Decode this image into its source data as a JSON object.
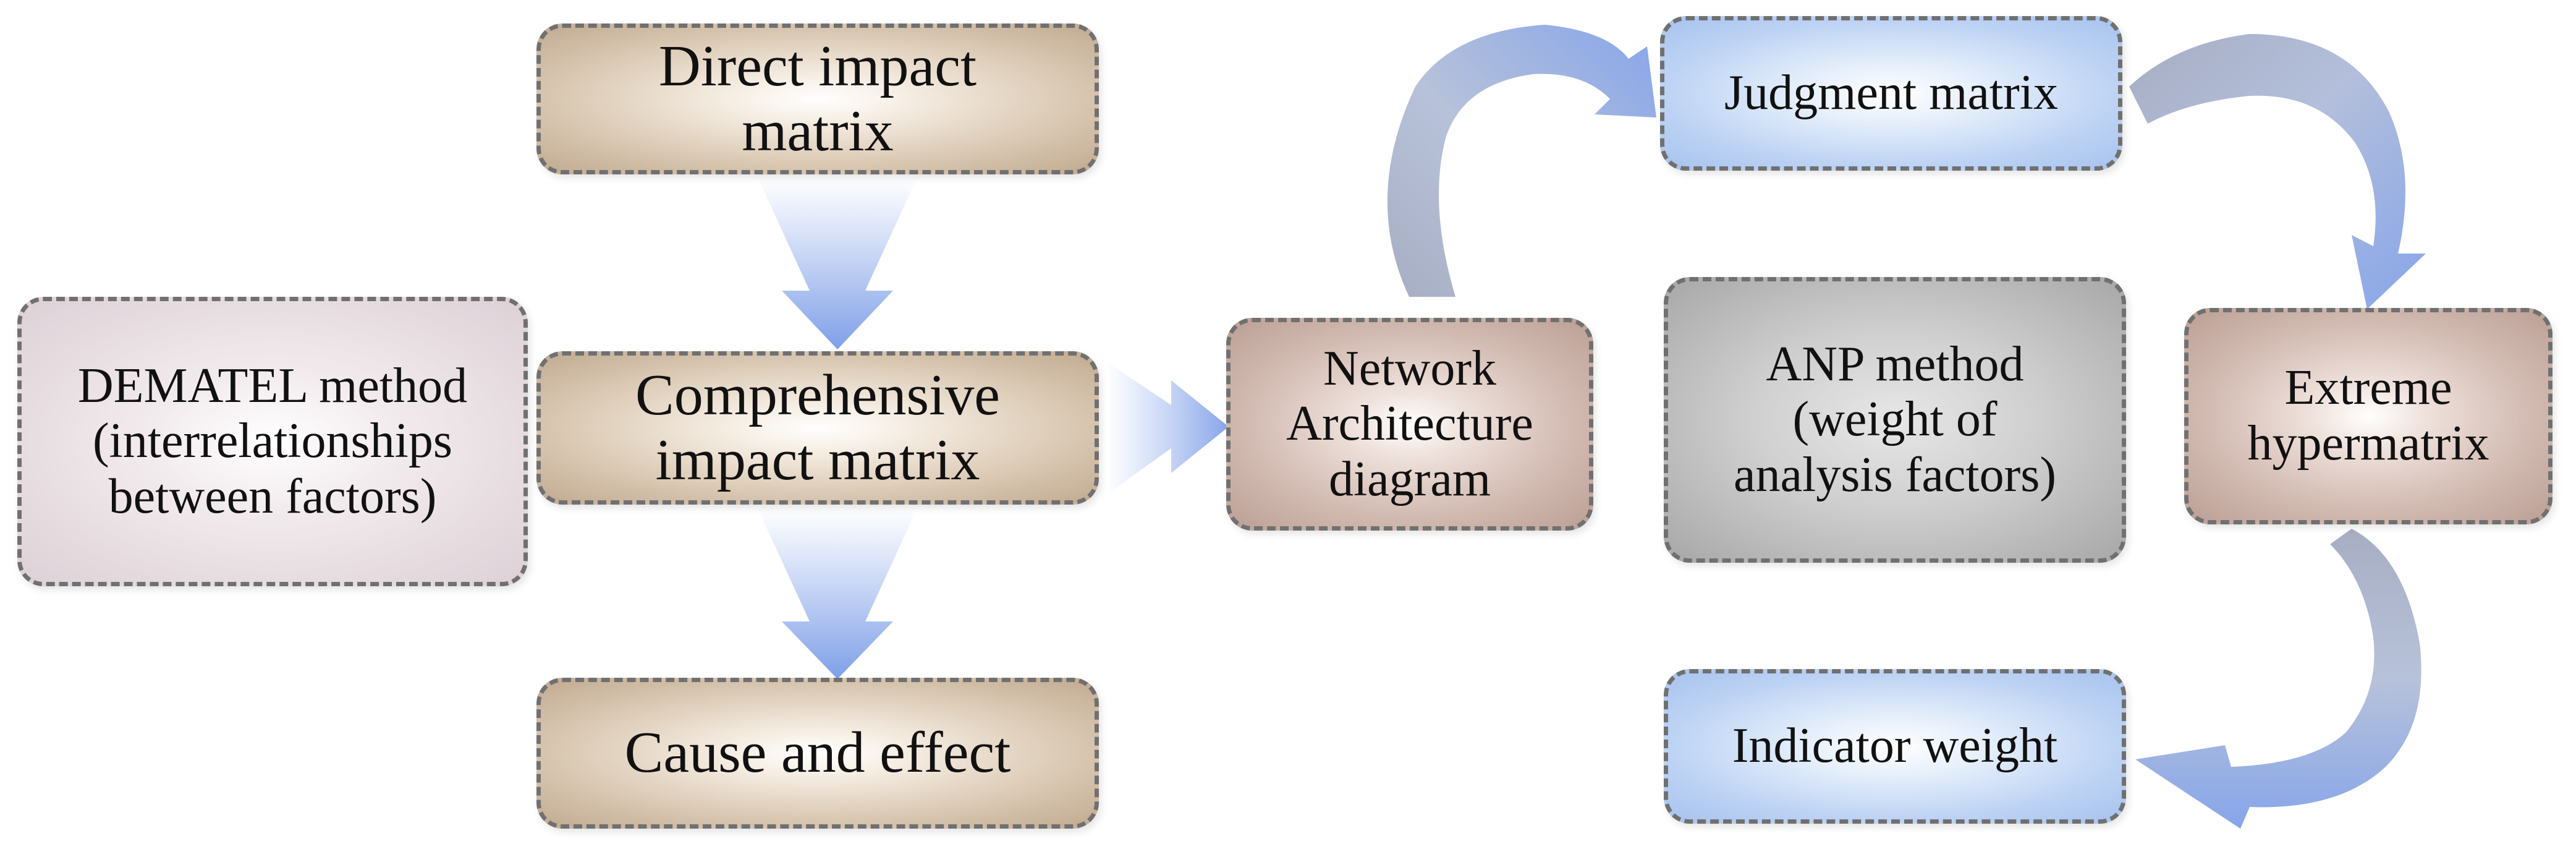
{
  "colors": {
    "arrow_blue": "#8eabec",
    "arrow_gray": "#9ea7bd",
    "box_border": "#707070",
    "box_tan": "#c2ab92",
    "box_rose": "#bca095",
    "box_blue": "#a8c3ee",
    "box_gray": "#a8a8a8",
    "box_mauve": "#ddd1d6"
  },
  "nodes": {
    "direct_impact_matrix": "Direct impact\nmatrix",
    "comprehensive_impact_matrix": "Comprehensive\nimpact matrix",
    "cause_and_effect": "Cause and effect",
    "dematel_method": "DEMATEL method\n(interrelationships\nbetween factors)",
    "network_architecture_diagram": "Network\nArchitecture\ndiagram",
    "judgment_matrix": "Judgment matrix",
    "anp_method": "ANP method\n(weight of\nanalysis factors)",
    "extreme_hypermatrix": "Extreme\nhypermatrix",
    "indicator_weight": "Indicator weight"
  }
}
